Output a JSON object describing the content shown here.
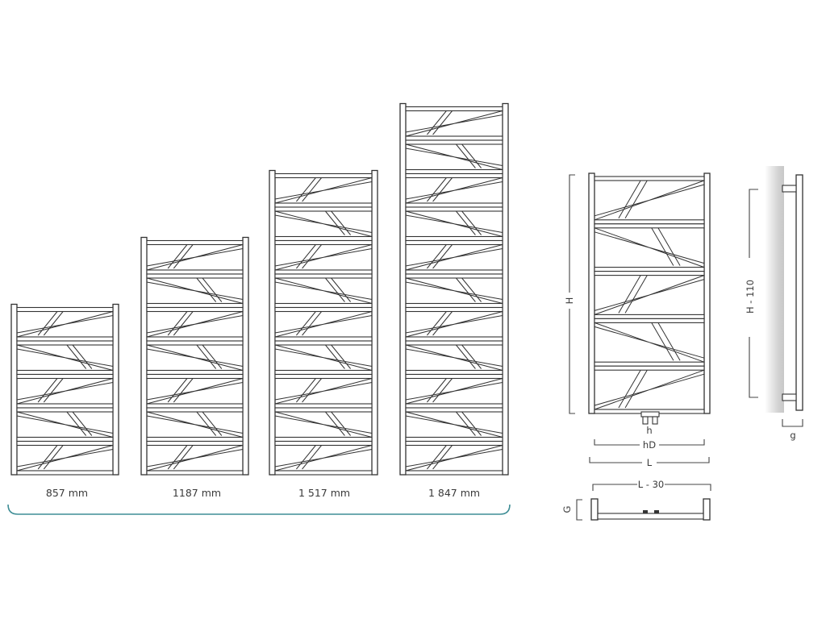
{
  "radiator_variants": [
    {
      "height_label": "857 mm",
      "rungs": 5
    },
    {
      "height_label": "1187 mm",
      "rungs": 7
    },
    {
      "height_label": "1 517 mm",
      "rungs": 9
    },
    {
      "height_label": "1 847 mm",
      "rungs": 11
    }
  ],
  "front_view": {
    "rungs": 5,
    "dim_H": "H",
    "dim_h": "h",
    "dim_hD": "hD",
    "dim_L": "L"
  },
  "side_view": {
    "dim_H110": "H - 110",
    "dim_g": "g"
  },
  "top_view": {
    "dim_L30": "L - 30",
    "dim_G": "G"
  },
  "colors": {
    "line": "#333333",
    "brace": "#3f8e96",
    "wall": "#d6d6d6"
  }
}
